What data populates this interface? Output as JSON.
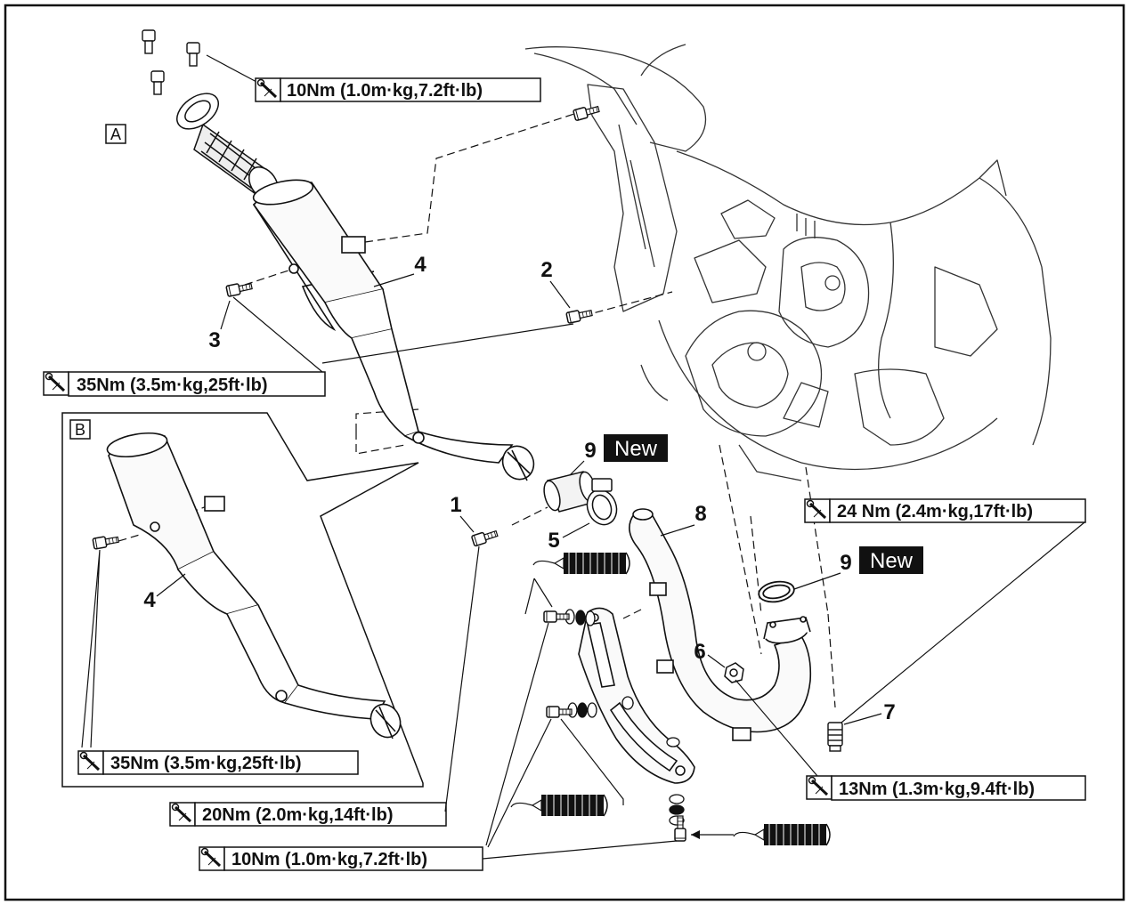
{
  "views": {
    "a": "A",
    "b": "B"
  },
  "callouts": {
    "exhaust_pipe_bolt": "1",
    "muffler_bolt_upper": "2",
    "muffler_bolt_lower": "3",
    "muffler": "4",
    "muffler_in_view_b": "4",
    "exhaust_pipe_clamp": "5",
    "exhaust_pipe_nut": "6",
    "exhaust_pipe_stud_bolt": "7",
    "exhaust_pipe": "8",
    "gasket_joint": "9",
    "gasket_port": "9"
  },
  "new_badge": "New",
  "torques": {
    "top_bolts": "10Nm (1.0m·kg,7.2ft·lb)",
    "muffler_bolts": "35Nm (3.5m·kg,25ft·lb)",
    "muffler_bolt_view_b": "35Nm (3.5m·kg,25ft·lb)",
    "exhaust_pipe_bolt": "20Nm (2.0m·kg,14ft·lb)",
    "protector_bolts": "10Nm (1.0m·kg,7.2ft·lb)",
    "stud_bolt": "24 Nm (2.4m·kg,17ft·lb)",
    "exhaust_nut": "13Nm (1.3m·kg,9.4ft·lb)"
  },
  "icons": {
    "torque": "torque-wrench-icon",
    "apply": "apply-tube-icon"
  },
  "colors": {
    "line": "#111111",
    "badge": "#111111",
    "paper": "#ffffff"
  }
}
